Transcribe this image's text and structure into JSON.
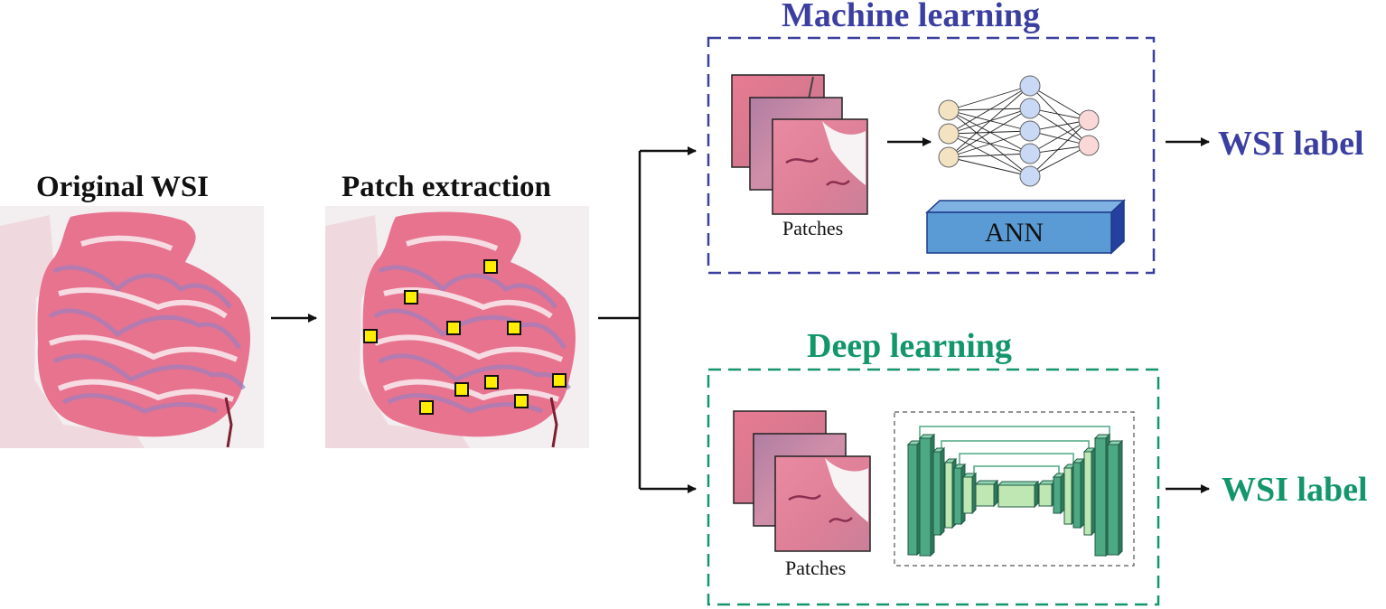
{
  "headings": {
    "original_wsi": "Original WSI",
    "patch_extraction": "Patch extraction"
  },
  "machine_learning": {
    "title": "Machine learning",
    "patches_label": "Patches",
    "model_label": "ANN",
    "output_label": "WSI label",
    "color": "#3b3fa0"
  },
  "deep_learning": {
    "title": "Deep learning",
    "patches_label": "Patches",
    "output_label": "WSI label",
    "color": "#12966a"
  },
  "colors": {
    "tissue_pink": "#e8738e",
    "tissue_background": "#f1e3e6",
    "patch_marker": "#ffee00",
    "ann_input_node": "#f4e3c2",
    "ann_hidden_node": "#c9d9f5",
    "ann_output_node": "#fbd8d8",
    "ann_block": "#5b9bd5",
    "unet_block": "#4da884",
    "unet_inner": "#bfe7b3"
  }
}
